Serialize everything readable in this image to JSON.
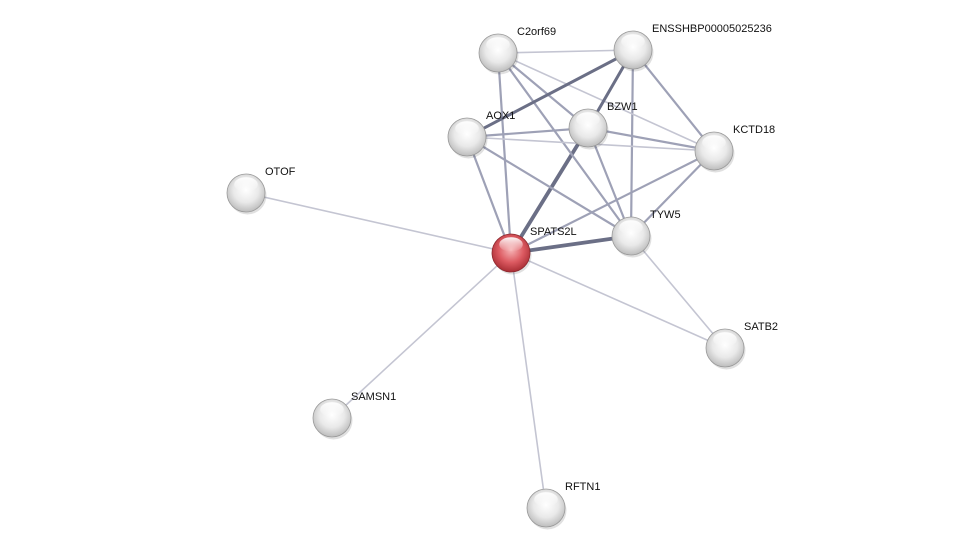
{
  "network": {
    "center_color": "#d9474f",
    "node_color": "#e6e6e6",
    "edge_color_strong": "#6b6f86",
    "edge_color_weak": "#c4c5d2",
    "nodes": [
      {
        "id": "C2orf69",
        "label": "C2orf69"
      },
      {
        "id": "ENSSHBP00005025236",
        "label": "ENSSHBP00005025236"
      },
      {
        "id": "AOX1",
        "label": "AOX1"
      },
      {
        "id": "BZW1",
        "label": "BZW1"
      },
      {
        "id": "KCTD18",
        "label": "KCTD18"
      },
      {
        "id": "OTOF",
        "label": "OTOF"
      },
      {
        "id": "TYW5",
        "label": "TYW5"
      },
      {
        "id": "SPATS2L",
        "label": "SPATS2L",
        "query": true
      },
      {
        "id": "SATB2",
        "label": "SATB2"
      },
      {
        "id": "SAMSN1",
        "label": "SAMSN1"
      },
      {
        "id": "RFTN1",
        "label": "RFTN1"
      }
    ],
    "edges": [
      {
        "source": "SPATS2L",
        "target": "OTOF",
        "strength": 1
      },
      {
        "source": "SPATS2L",
        "target": "SAMSN1",
        "strength": 1
      },
      {
        "source": "SPATS2L",
        "target": "RFTN1",
        "strength": 1
      },
      {
        "source": "SPATS2L",
        "target": "SATB2",
        "strength": 1
      },
      {
        "source": "SPATS2L",
        "target": "TYW5",
        "strength": 4
      },
      {
        "source": "SPATS2L",
        "target": "BZW1",
        "strength": 4
      },
      {
        "source": "SPATS2L",
        "target": "AOX1",
        "strength": 2
      },
      {
        "source": "SPATS2L",
        "target": "C2orf69",
        "strength": 2
      },
      {
        "source": "SPATS2L",
        "target": "KCTD18",
        "strength": 2
      },
      {
        "source": "TYW5",
        "target": "SATB2",
        "strength": 1
      },
      {
        "source": "TYW5",
        "target": "C2orf69",
        "strength": 2
      },
      {
        "source": "TYW5",
        "target": "ENSSHBP00005025236",
        "strength": 2
      },
      {
        "source": "TYW5",
        "target": "AOX1",
        "strength": 2
      },
      {
        "source": "TYW5",
        "target": "BZW1",
        "strength": 2
      },
      {
        "source": "TYW5",
        "target": "KCTD18",
        "strength": 2
      },
      {
        "source": "C2orf69",
        "target": "ENSSHBP00005025236",
        "strength": 1
      },
      {
        "source": "C2orf69",
        "target": "BZW1",
        "strength": 2
      },
      {
        "source": "C2orf69",
        "target": "KCTD18",
        "strength": 1
      },
      {
        "source": "AOX1",
        "target": "ENSSHBP00005025236",
        "strength": 3
      },
      {
        "source": "AOX1",
        "target": "BZW1",
        "strength": 2
      },
      {
        "source": "AOX1",
        "target": "KCTD18",
        "strength": 1
      },
      {
        "source": "BZW1",
        "target": "ENSSHBP00005025236",
        "strength": 3
      },
      {
        "source": "BZW1",
        "target": "KCTD18",
        "strength": 2
      },
      {
        "source": "ENSSHBP00005025236",
        "target": "KCTD18",
        "strength": 2
      }
    ]
  }
}
